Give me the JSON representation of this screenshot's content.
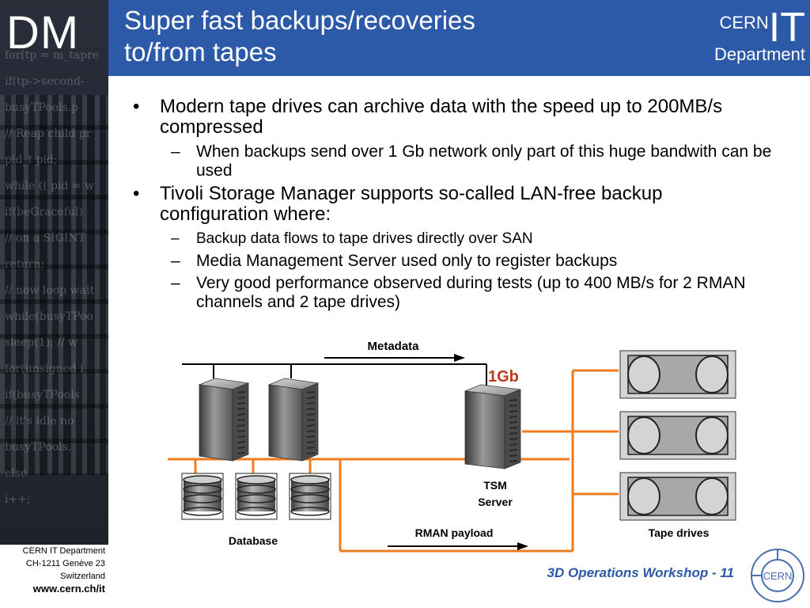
{
  "header": {
    "title_line1": "Super fast backups/recoveries",
    "title_line2": "to/from tapes",
    "cern": "CERN",
    "it": "IT",
    "department": "Department"
  },
  "sidebar": {
    "logo": "DM",
    "code_lines": [
      "for(tp = m_tapre",
      "if(tp->second-",
      "busyTPools.p",
      "// Reap child pr",
      "pid_t pid;",
      "while (( pid = w",
      "if(beGraceful)",
      "// on a SIGINT",
      "return;",
      "// now loop wait",
      "while(busyTPoo",
      "sleep(1);  // w",
      "for(unsigned i",
      "if(busyTPools",
      "// it's idle no",
      "busyTPools.",
      "else",
      "i++;"
    ]
  },
  "footer_left": {
    "line1": "CERN IT Department",
    "line2": "CH-1211 Genève 23",
    "line3": "Switzerland",
    "url": "www.cern.ch/it"
  },
  "bullets": [
    {
      "text": "Modern tape drives can archive data with the speed up to 200MB/s compressed",
      "subs": [
        {
          "text": "When backups send over 1 Gb network only part of this huge bandwith can be used",
          "small": false
        }
      ]
    },
    {
      "text": "Tivoli Storage Manager supports so-called LAN-free backup configuration where:",
      "subs": [
        {
          "text": "Backup data flows to tape drives directly over SAN",
          "small": true
        },
        {
          "text": "Media Management Server used only to register backups",
          "small": false
        },
        {
          "text": "Very good performance observed during tests (up to 400 MB/s for 2 RMAN channels and 2 tape drives)",
          "small": false
        }
      ]
    }
  ],
  "diagram": {
    "metadata_label": "Metadata",
    "gb_label": "1Gb",
    "tsm_line1": "TSM",
    "tsm_line2": "Server",
    "database_label": "Database",
    "rman_label": "RMAN payload",
    "tape_label": "Tape drives",
    "orange": "#f07a1e",
    "gb_color": "#c0391b"
  },
  "footer": {
    "workshop": "3D Operations Workshop - 11",
    "cern_logo_text": "CERN"
  }
}
